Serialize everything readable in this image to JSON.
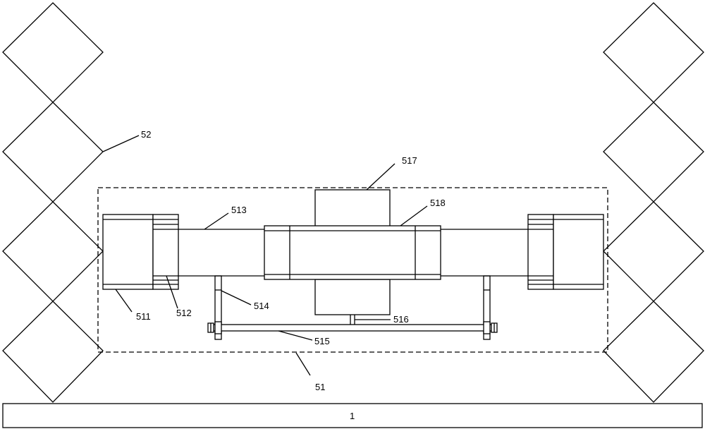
{
  "labels": {
    "base": "1",
    "frame": "51",
    "scissor_arm": "52",
    "left_block": "511",
    "left_plate": "512",
    "beam": "513",
    "hanger": "514",
    "lower_rod": "515",
    "connector": "516",
    "motor": "517",
    "sleeve": "518"
  },
  "colors": {
    "stroke": "#000000",
    "background": "#ffffff"
  }
}
